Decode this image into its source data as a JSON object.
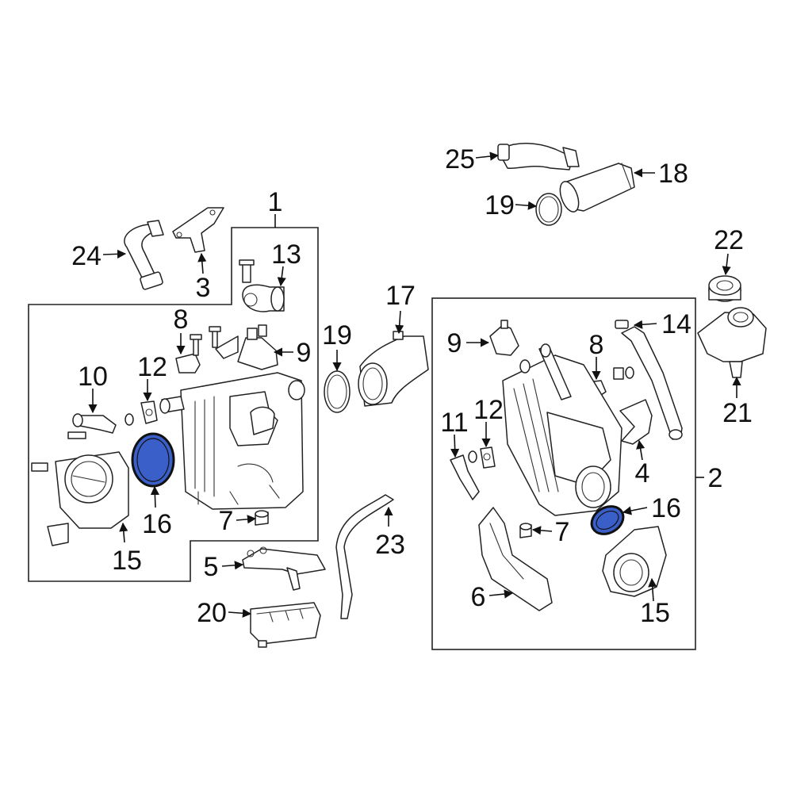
{
  "diagram": {
    "highlight_color": "#3a5fc8",
    "labels": {
      "l1": "1",
      "l2": "2",
      "l3": "3",
      "l4": "4",
      "l5": "5",
      "l6": "6",
      "l7a": "7",
      "l7b": "7",
      "l8a": "8",
      "l8b": "8",
      "l9a": "9",
      "l9b": "9",
      "l10": "10",
      "l11": "11",
      "l12a": "12",
      "l12b": "12",
      "l13": "13",
      "l14": "14",
      "l15a": "15",
      "l15b": "15",
      "l16a": "16",
      "l16b": "16",
      "l17": "17",
      "l18": "18",
      "l19a": "19",
      "l19b": "19",
      "l20": "20",
      "l21": "21",
      "l22": "22",
      "l23": "23",
      "l24": "24",
      "l25": "25"
    }
  }
}
